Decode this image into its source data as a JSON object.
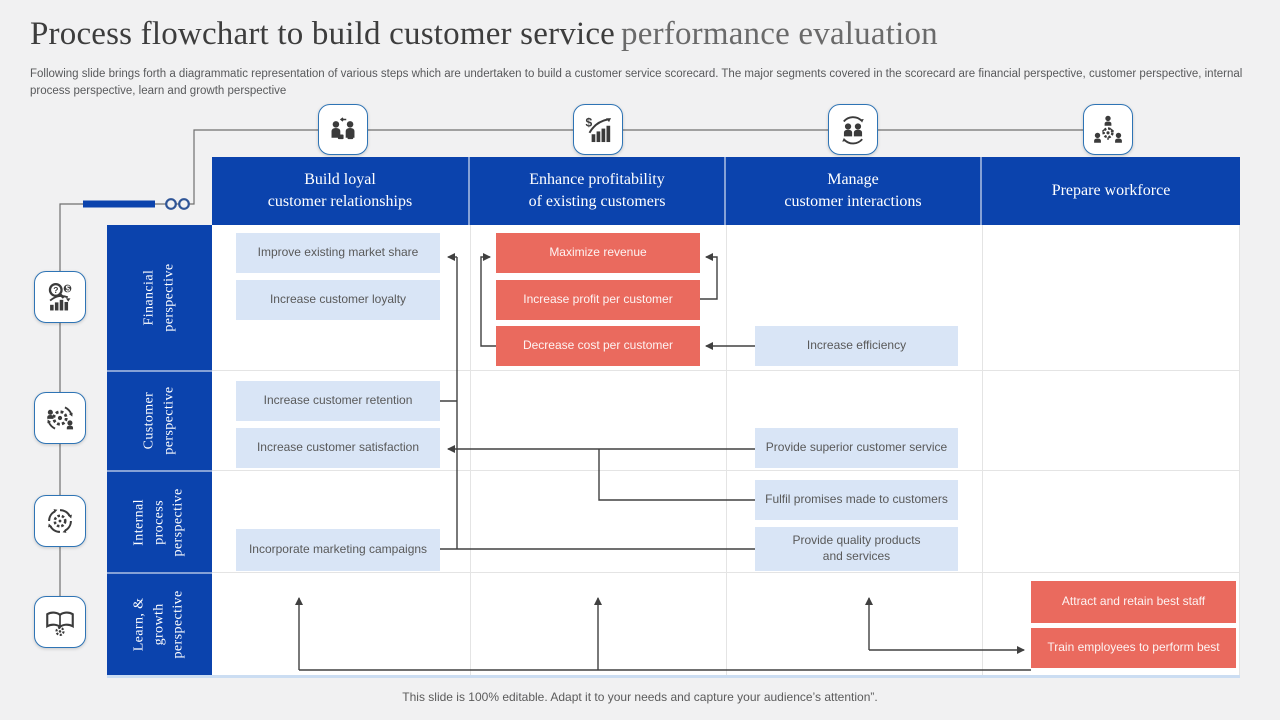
{
  "slide": {
    "title": {
      "primary": "Process flowchart to build customer service",
      "secondary": "performance evaluation"
    },
    "subtitle": "Following slide brings forth a diagrammatic representation of various steps which are undertaken to build a customer service scorecard. The major segments covered in the scorecard are financial perspective, customer perspective, internal process perspective, learn and growth perspective",
    "footer": "This slide is 100% editable. Adapt it to your needs and capture your audience’s attention”."
  },
  "colors": {
    "primary_blue": "#0B43AD",
    "accent_red": "#EA6A5E",
    "light_blue_box": "#D9E5F6",
    "connector_line": "#404040",
    "background": "#F1F1F2"
  },
  "top_icons": [
    {
      "name": "customer-relationship-icon"
    },
    {
      "name": "profit-growth-icon"
    },
    {
      "name": "customer-interaction-icon"
    },
    {
      "name": "workforce-team-icon"
    }
  ],
  "side_icons": [
    {
      "name": "financial-analysis-icon"
    },
    {
      "name": "customer-gear-icon"
    },
    {
      "name": "process-cycle-icon"
    },
    {
      "name": "learning-book-icon"
    }
  ],
  "columns": [
    {
      "label": "Build loyal\ncustomer relationships"
    },
    {
      "label": "Enhance profitability\nof existing customers"
    },
    {
      "label": "Manage\ncustomer interactions"
    },
    {
      "label": "Prepare workforce"
    }
  ],
  "rows": [
    {
      "label": "Financial\nperspective"
    },
    {
      "label": "Customer\nperspective"
    },
    {
      "label": "Internal\nprocess\nperspective"
    },
    {
      "label": "Learn, &\ngrowth\nperspective"
    }
  ],
  "boxes": {
    "improve_market_share": "Improve existing market share",
    "increase_customer_loyalty": "Increase customer loyalty",
    "maximize_revenue": "Maximize revenue",
    "increase_profit_per_customer": "Increase profit per customer",
    "decrease_cost_per_customer": "Decrease cost per customer",
    "increase_efficiency": "Increase efficiency",
    "increase_customer_retention": "Increase customer retention",
    "increase_customer_satisfaction": "Increase customer satisfaction",
    "provide_superior_service": "Provide superior customer service",
    "fulfil_promises": "Fulfil promises made to customers",
    "provide_quality_products": "Provide quality products\nand services",
    "incorporate_marketing": "Incorporate marketing campaigns",
    "attract_retain_staff": "Attract and retain best staff",
    "train_employees": "Train employees to perform best"
  }
}
